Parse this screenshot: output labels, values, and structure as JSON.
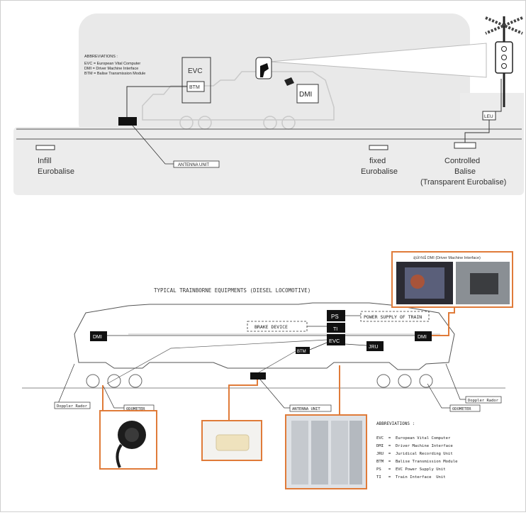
{
  "top": {
    "abbrev_title": "ABBREVIATIONS :",
    "abbrev_lines": [
      "EVC = European Vital Computer",
      "DMI = Driver Machine Interface",
      "BTM = Balise Transmission Module"
    ],
    "evc": "EVC",
    "btm": "BTM",
    "dmi": "DMI",
    "leu": "LEU",
    "antenna": "ANTENNA UNIT",
    "infill_1": "Infill",
    "infill_2": "Eurobalise",
    "fixed_1": "fixed",
    "fixed_2": "Eurobalise",
    "controlled_1": "Controlled",
    "controlled_2": "Balise",
    "controlled_3": "(Transparent Eurobalise)"
  },
  "bottom": {
    "title": "TYPICAL TRAINBORNE EQUIPMENTS (DIESEL LOCOMOTIVE)",
    "ps": "PS",
    "ti": "TI",
    "evc": "EVC",
    "dmi_left": "DMI",
    "dmi_right": "DMI",
    "btm": "BTM",
    "jru": "JRU",
    "brake_device": "BRAKE DEVICE",
    "power_supply": "POWER SUPPLY OF TRAIN",
    "doppler_left": "Doppler Rador",
    "doppler_right": "Doppler Rador",
    "odometer_left": "ODOMETER",
    "odometer_right": "ODOMETER",
    "antenna": "ANTENNA UNIT",
    "photo_caption": "อุปกรณ์ DMI (Driver Machine Interface)",
    "abbrev_title": "ABBREVIATIONS :",
    "abbrev_lines": [
      "EVC  =  European Vital Computer",
      "DMI  =  Driver Machine Interface",
      "JRU  =  Juridical Recording Unit",
      "BTM  =  Balise Transmission Module",
      "PS   =  EVC Power Supply Unit",
      "TI   =  Train Interface  Unit"
    ]
  },
  "colors": {
    "accent_orange": "#e07b39",
    "panel_grey": "#e9e9e9",
    "line_dark": "#222222"
  }
}
